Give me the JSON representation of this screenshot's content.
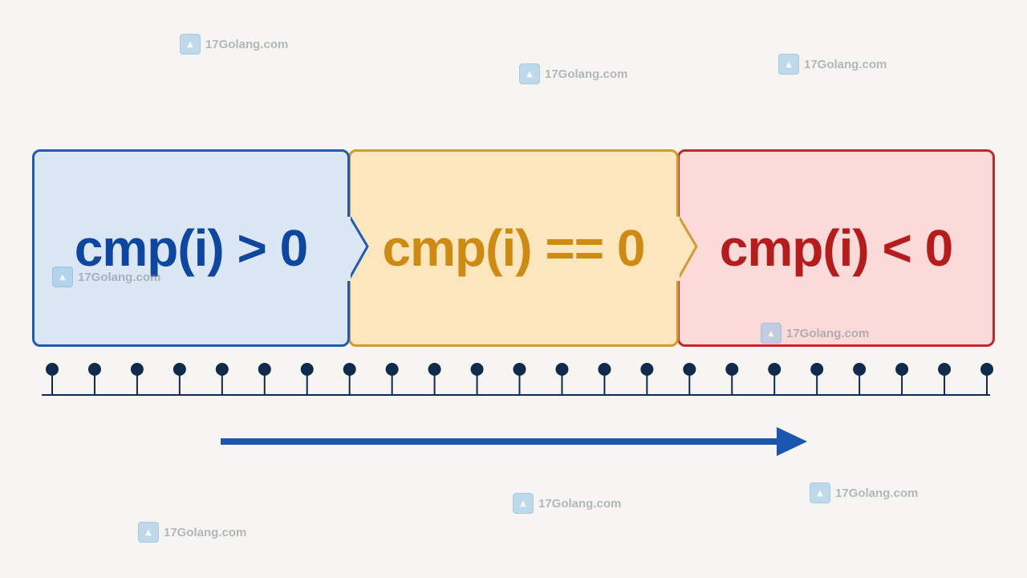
{
  "zones": [
    {
      "id": "gt",
      "label": "cmp(i) > 0",
      "fill": "#dbe7f5",
      "border": "#1e5bb8",
      "text_color": "#0d47a1"
    },
    {
      "id": "eq",
      "label": "cmp(i) == 0",
      "fill": "#fbe6bd",
      "border": "#d69a2c",
      "text_color": "#cf8a12"
    },
    {
      "id": "lt",
      "label": "cmp(i) < 0",
      "fill": "#fbdada",
      "border": "#c4262b",
      "text_color": "#b71c1c"
    }
  ],
  "index_line": {
    "tick_count": 23,
    "color": "#0f2a4a"
  },
  "direction_arrow": {
    "color": "#1c55b0",
    "direction": "right"
  },
  "watermark": {
    "text": "17Golang.com",
    "icon": "logo-icon"
  }
}
